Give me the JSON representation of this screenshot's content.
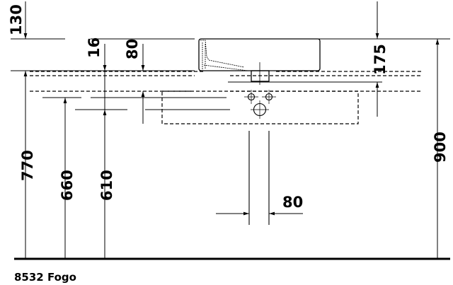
{
  "title": "8532 Fogo",
  "dimensions": {
    "d130": "130",
    "d16": "16",
    "d80_top": "80",
    "d175": "175",
    "d900": "900",
    "d770": "770",
    "d660": "660",
    "d610": "610",
    "d80_drain": "80"
  }
}
